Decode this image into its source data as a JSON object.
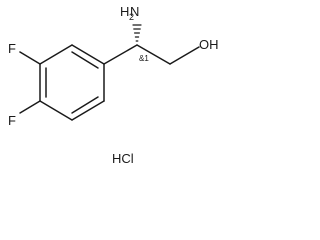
{
  "molecule": {
    "atoms": {
      "n": "N",
      "n_h": "H",
      "n_sub": "2",
      "oh": "OH",
      "f_top": "F",
      "f_bottom": "F"
    },
    "stereo_label": "&1",
    "salt": "HCl"
  },
  "colors": {
    "bond": "#1a1a1a",
    "text": "#1a1a1a",
    "background": "#ffffff"
  }
}
